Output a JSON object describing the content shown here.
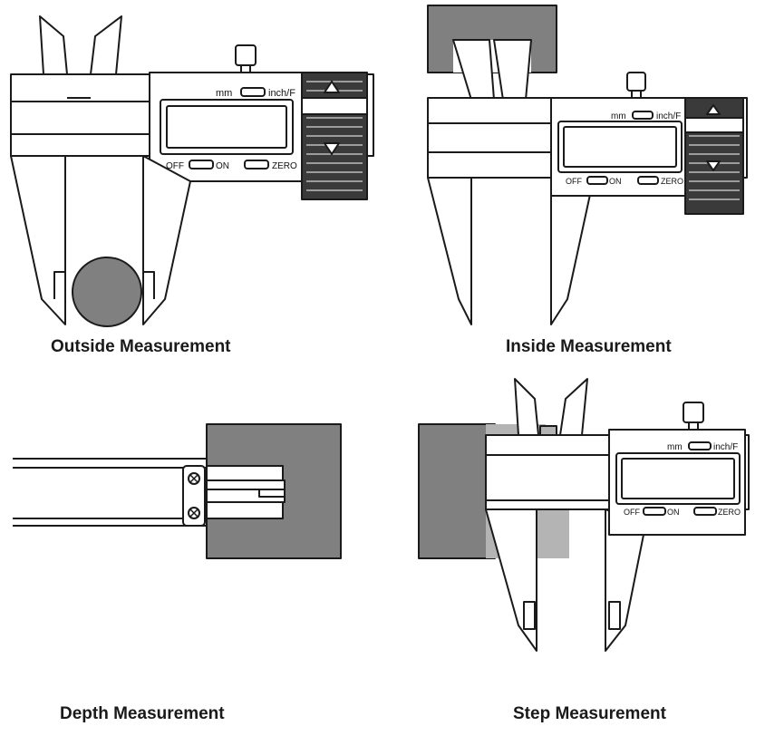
{
  "panels": [
    {
      "caption": "Outside Measurement",
      "display": {
        "unit_label": "mm",
        "unit_alt_label": "inch/F",
        "off_label": "OFF",
        "on_label": "ON",
        "zero_label": "ZERO"
      }
    },
    {
      "caption": "Inside Measurement",
      "display": {
        "unit_label": "mm",
        "unit_alt_label": "inch/F",
        "off_label": "OFF",
        "on_label": "ON",
        "zero_label": "ZERO"
      }
    },
    {
      "caption": "Depth Measurement"
    },
    {
      "caption": "Step Measurement",
      "display": {
        "unit_label": "mm",
        "unit_alt_label": "inch/F",
        "off_label": "OFF",
        "on_label": "ON",
        "zero_label": "ZERO"
      }
    }
  ],
  "colors": {
    "outline": "#1a1a1a",
    "workpiece": "#808080",
    "workpiece_light": "#b4b4b4",
    "background": "#ffffff"
  }
}
